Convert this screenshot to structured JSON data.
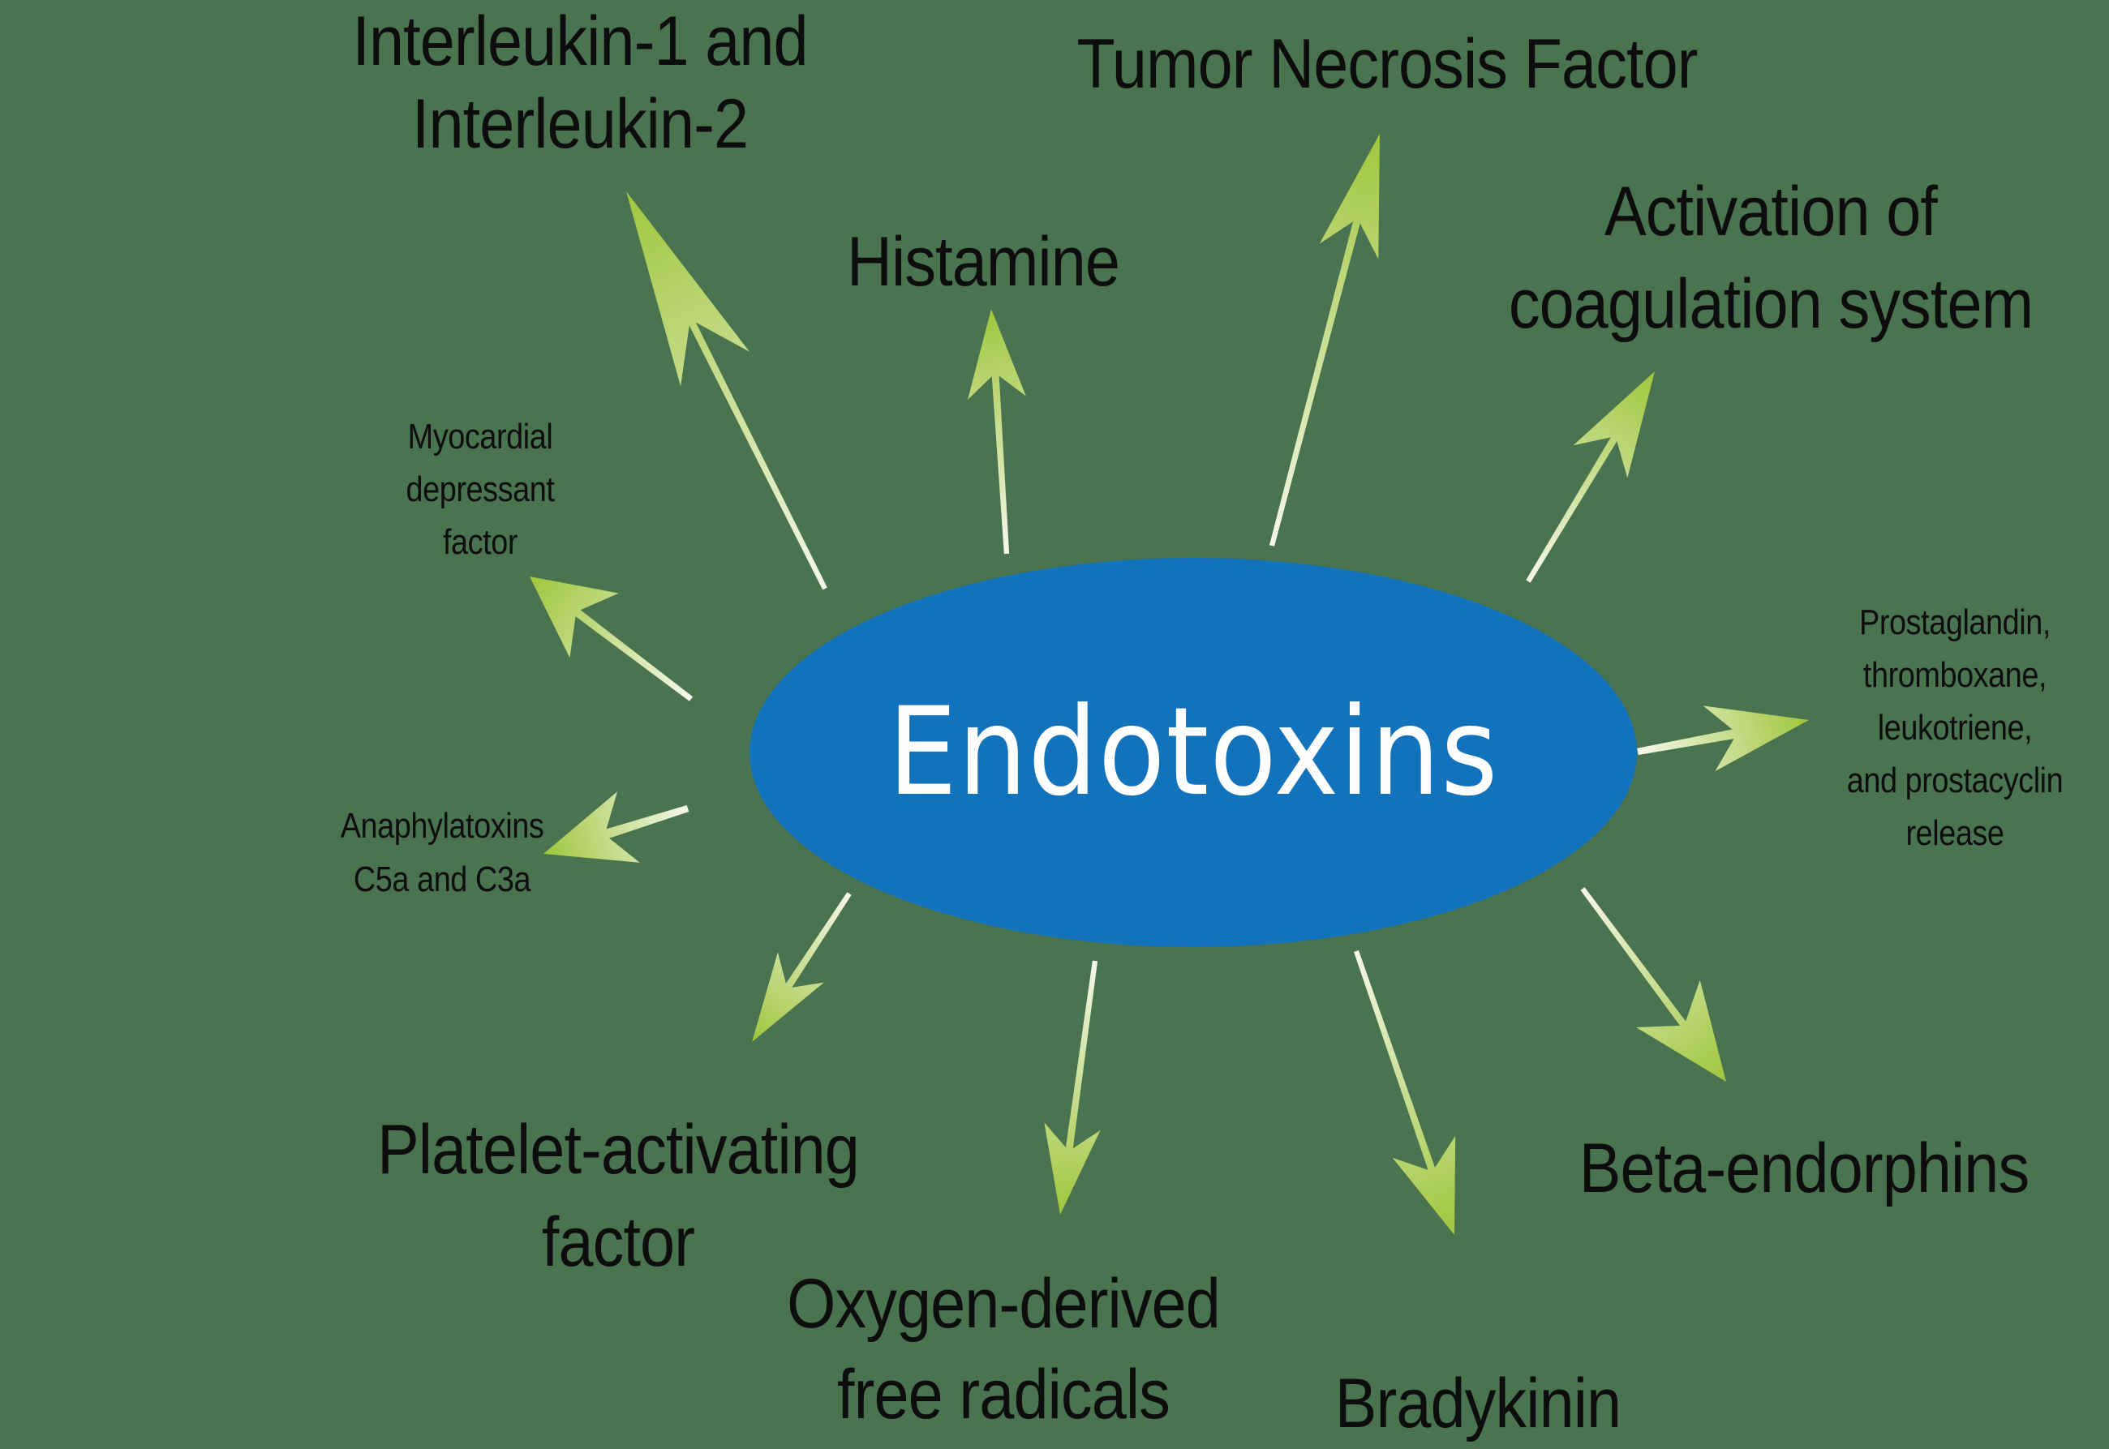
{
  "diagram": {
    "title": "Endotoxins",
    "center_node": {
      "label": "Endotoxins",
      "shape": "ellipse",
      "fill": "#1272bb",
      "text_color": "#ffffff"
    },
    "colors": {
      "background": "#4a7350",
      "arrow_head": "#a0c63c",
      "arrow_tail": "#f4f7e6",
      "text": "#0d0d0d"
    },
    "effects": [
      {
        "id": "interleukins",
        "lines": [
          "Interleukin-1 and",
          "Interleukin-2"
        ],
        "size": "big"
      },
      {
        "id": "tumor-necrosis-factor",
        "lines": [
          "Tumor Necrosis Factor"
        ],
        "size": "big"
      },
      {
        "id": "histamine",
        "lines": [
          "Histamine"
        ],
        "size": "big"
      },
      {
        "id": "coagulation",
        "lines": [
          "Activation of",
          "coagulation system"
        ],
        "size": "big"
      },
      {
        "id": "myocardial-depressant-factor",
        "lines": [
          "Myocardial",
          "depressant",
          "factor"
        ],
        "size": "small"
      },
      {
        "id": "prostaglandin-release",
        "lines": [
          "Prostaglandin,",
          "thromboxane,",
          "leukotriene,",
          "and prostacyclin",
          "release"
        ],
        "size": "small"
      },
      {
        "id": "anaphylatoxins",
        "lines": [
          "Anaphylatoxins",
          "C5a and C3a"
        ],
        "size": "small"
      },
      {
        "id": "platelet-activating-factor",
        "lines": [
          "Platelet-activating",
          "factor"
        ],
        "size": "big"
      },
      {
        "id": "oxygen-radicals",
        "lines": [
          "Oxygen-derived",
          "free radicals"
        ],
        "size": "big"
      },
      {
        "id": "bradykinin",
        "lines": [
          "Bradykinin"
        ],
        "size": "big"
      },
      {
        "id": "beta-endorphins",
        "lines": [
          "Beta-endorphins"
        ],
        "size": "big"
      }
    ]
  }
}
